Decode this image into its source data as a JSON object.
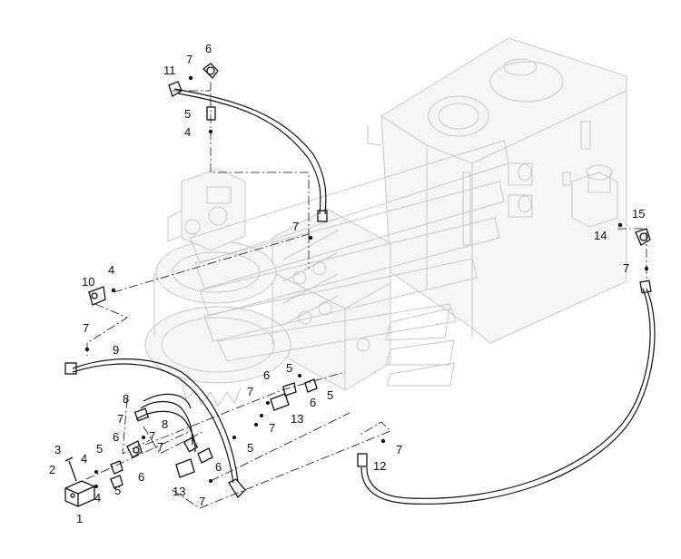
{
  "callouts": {
    "c1": "1",
    "c2": "2",
    "c3": "3",
    "c4a": "4",
    "c4b": "4",
    "c4c": "4",
    "c4d": "4",
    "c5a": "5",
    "c5b": "5",
    "c5c": "5",
    "c5d": "5",
    "c5e": "5",
    "c5f": "5",
    "c6a": "6",
    "c6b": "6",
    "c6c": "6",
    "c6d": "6",
    "c6e": "6",
    "c6f": "6",
    "c7a": "7",
    "c7b": "7",
    "c7c": "7",
    "c7d": "7",
    "c7e": "7",
    "c7f": "7",
    "c7g": "7",
    "c7h": "7",
    "c7i": "7",
    "c7j": "7",
    "c7k": "7",
    "c8a": "8",
    "c8b": "8",
    "c9": "9",
    "c10": "10",
    "c11": "11",
    "c12": "12",
    "c13a": "13",
    "c13b": "13",
    "c14": "14",
    "c15": "15"
  }
}
